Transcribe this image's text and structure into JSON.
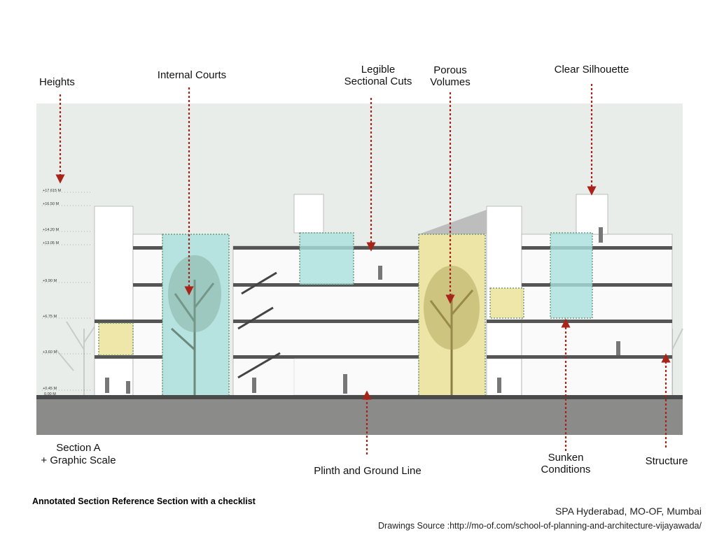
{
  "annotations": {
    "heights": "Heights",
    "internal_courts": "Internal Courts",
    "legible_cuts_1": "Legible",
    "legible_cuts_2": "Sectional Cuts",
    "porous_1": "Porous",
    "porous_2": "Volumes",
    "clear_silhouette": "Clear Silhouette",
    "section_a_1": "Section A",
    "section_a_2": "+ Graphic Scale",
    "plinth": "Plinth and Ground Line",
    "sunken_1": "Sunken",
    "sunken_2": "Conditions",
    "structure": "Structure"
  },
  "levels": [
    "+17.615 M",
    "+16.50 M",
    "+14.20 M",
    "+13.05 M",
    "+9.90 M",
    "+6.75 M",
    "+3.60 M",
    "+0.45 M",
    "0.00 M"
  ],
  "caption": {
    "title": "Annotated Section  Reference Section with a checklist",
    "credit": "SPA Hyderabad,  MO-OF, Mumbai",
    "source": "Drawings Source :http://mo-of.com/school-of-planning-and-architecture-vijayawada/"
  },
  "colors": {
    "arrow": "#a8231a",
    "court_cyan": "#a9e0dc",
    "court_yellow": "#ece39a",
    "ground": "#8b8b89",
    "background": "#e9ede9"
  }
}
